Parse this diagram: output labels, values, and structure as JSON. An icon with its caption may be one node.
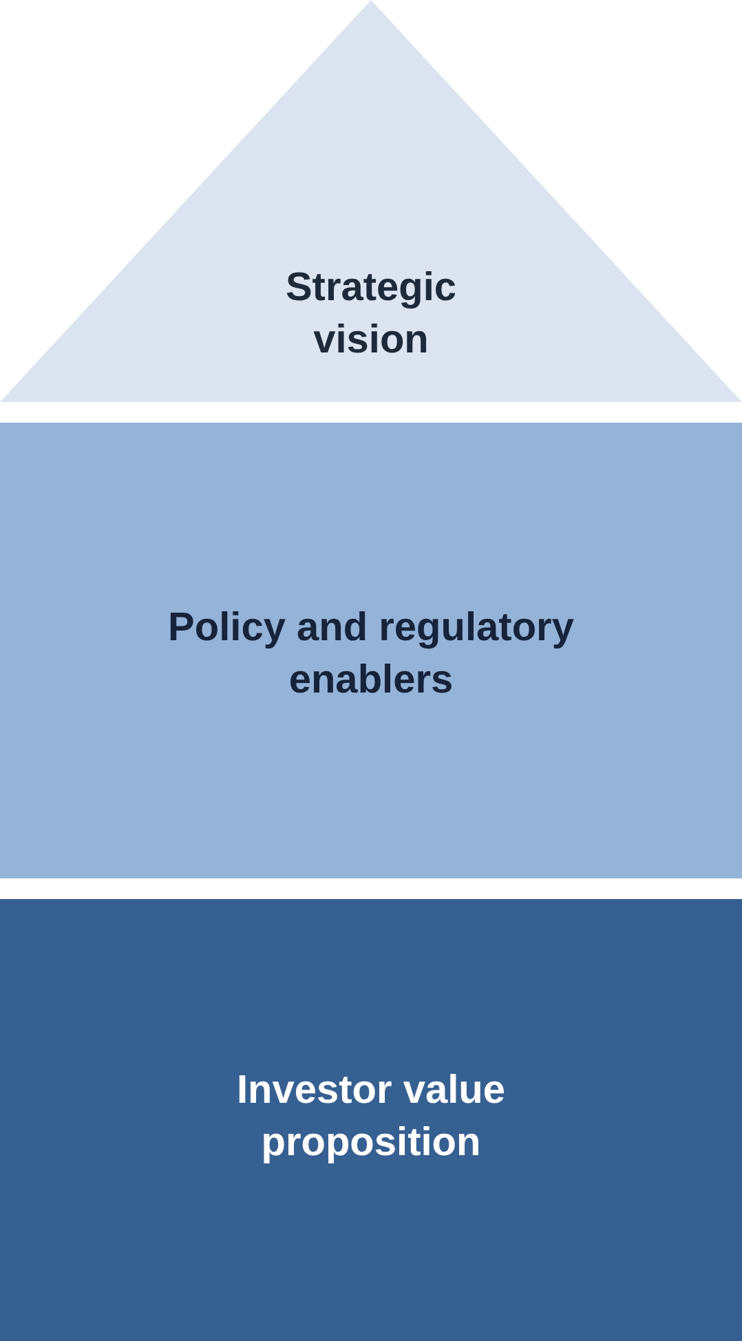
{
  "diagram": {
    "nodes": [
      {
        "text": [
          "Strategic vision"
        ]
      },
      {
        "text": [
          "Policy and regulatory enablers"
        ]
      },
      {
        "text": [
          "Investor value proposition"
        ]
      }
    ]
  }
}
